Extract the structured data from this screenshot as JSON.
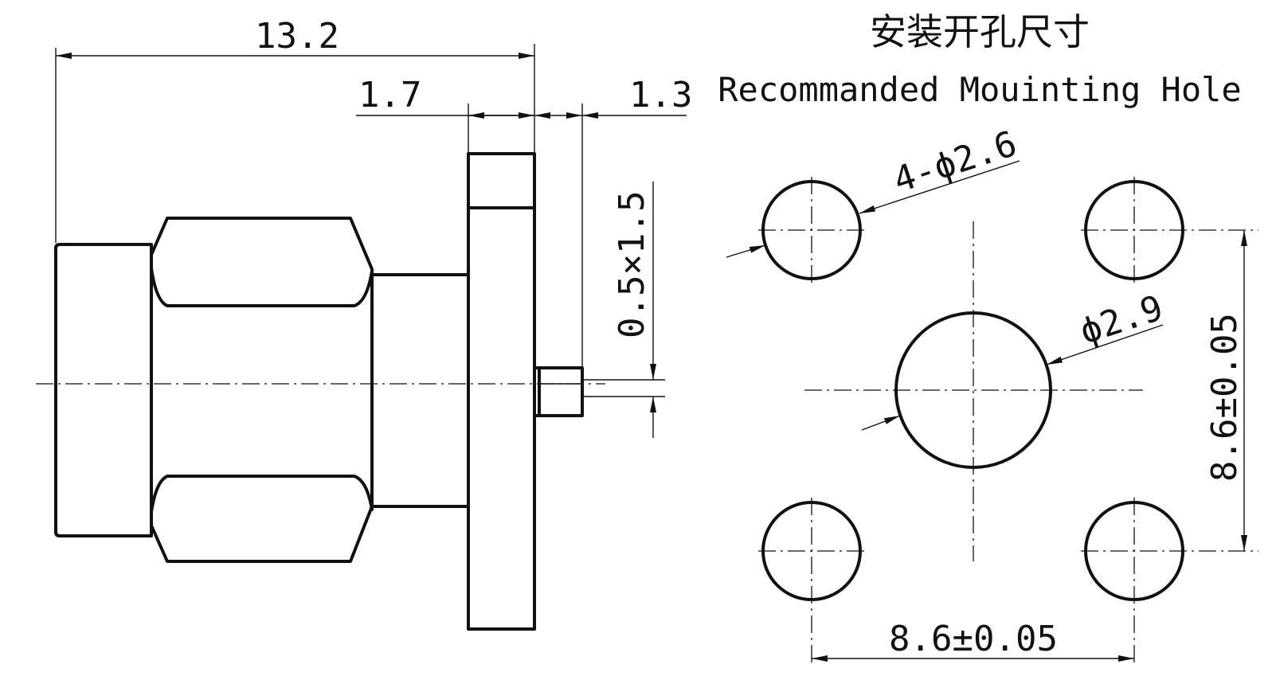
{
  "title_cn": "安装开孔尺寸",
  "title_en": "Recommanded Mouinting Hole",
  "dimensions": {
    "overall_length": "13.2",
    "flange_thickness": "1.7",
    "pin_length": "1.3",
    "pin_size": "0.5×1.5",
    "hole_callout": "4-ϕ2.6",
    "center_hole": "ϕ2.9",
    "spacing_vertical": "8.6±0.05",
    "spacing_horizontal": "8.6±0.05"
  }
}
